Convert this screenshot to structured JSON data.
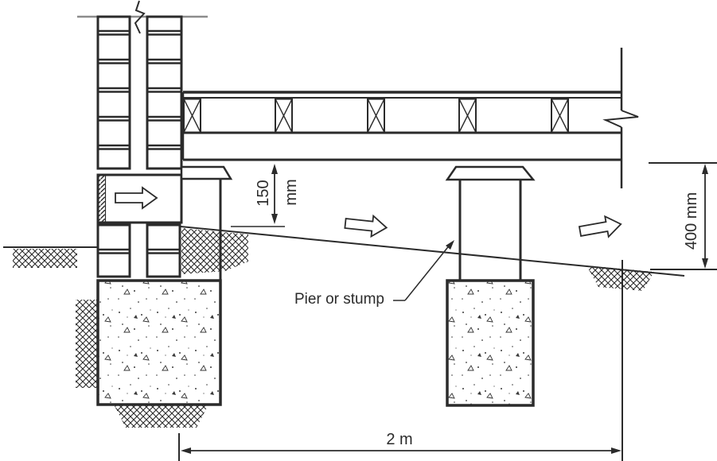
{
  "annotation": {
    "pier_label": "Pier or stump"
  },
  "dimensions": {
    "bearer_ground_clearance": {
      "value": "150",
      "unit": "mm"
    },
    "right_clearance": {
      "text": "400 mm"
    },
    "pier_spacing": {
      "text": "2 m"
    }
  },
  "symbols": {
    "airflow_arrow": "open-block-arrow-right",
    "break_line": "zigzag",
    "earth": "cross-hatch",
    "concrete": "stipple"
  },
  "colors": {
    "line": "#2b2b2b",
    "muted_line": "#8c8c8c",
    "background": "#ffffff"
  }
}
